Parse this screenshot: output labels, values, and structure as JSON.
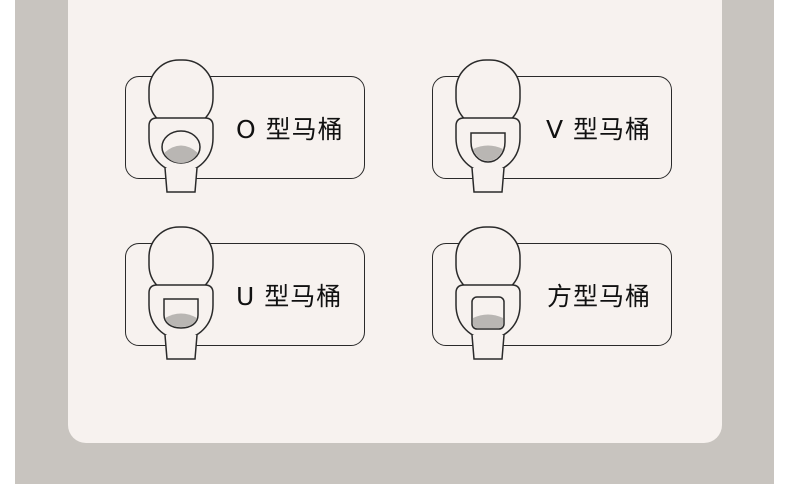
{
  "colors": {
    "outer_background": "#c8c4bf",
    "panel_background": "#f7f2ef",
    "line": "#2a2a2a",
    "water": "#b9b6b3"
  },
  "cards": [
    {
      "label": "O 型马桶",
      "bowl_shape": "o",
      "icon": "o-shaped-toilet-icon"
    },
    {
      "label": "V 型马桶",
      "bowl_shape": "v",
      "icon": "v-shaped-toilet-icon"
    },
    {
      "label": "U 型马桶",
      "bowl_shape": "u",
      "icon": "u-shaped-toilet-icon"
    },
    {
      "label": "方型马桶",
      "bowl_shape": "square",
      "icon": "square-toilet-icon"
    }
  ]
}
